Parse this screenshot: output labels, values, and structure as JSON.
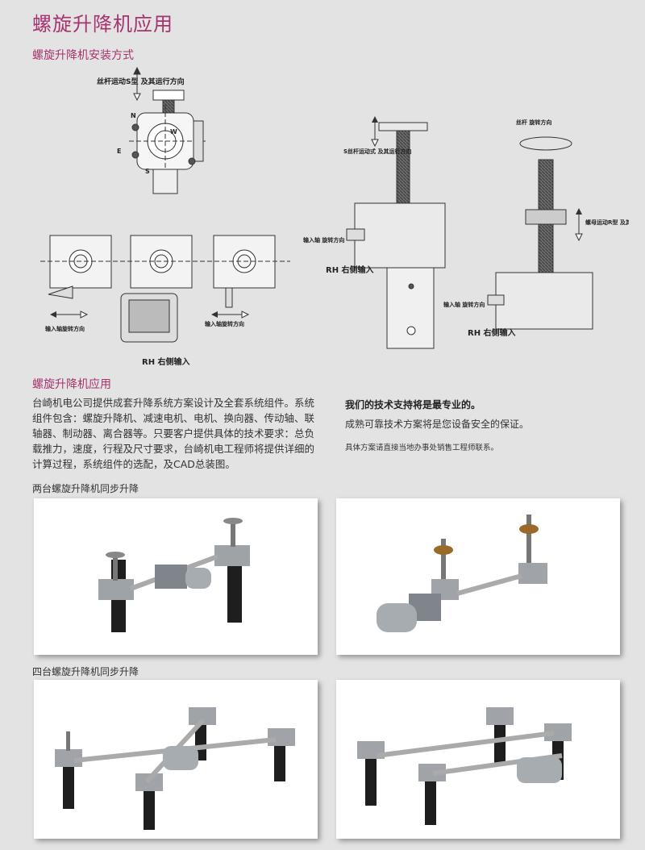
{
  "page_title": "螺旋升降机应用",
  "install_section": {
    "title": "螺旋升降机安装方式",
    "labels": {
      "screw_motion_top": "丝杆运动S型 及其运行方向",
      "screw_motion_s": "S丝杆运动式 及其运行方向",
      "screw_rotation": "丝杆 旋转方向",
      "nut_motion": "螺母运动R型 及其运行方向",
      "input_shaft_dir_1": "输入轴旋转方向",
      "input_shaft_dir_2": "输入轴旋转方向",
      "input_shaft_rot_a": "输入轴 旋转方向",
      "input_shaft_rot_b": "输入轴 旋转方向",
      "rh_right_input_1": "RH  右侧输入",
      "rh_right_input_2": "RH  右侧输入",
      "rh_right_input_3": "RH  右侧输入",
      "letter_n": "N",
      "letter_e": "E",
      "letter_w": "W",
      "letter_s": "S"
    }
  },
  "application_section": {
    "title": "螺旋升降机应用",
    "paragraph": "台崎机电公司提供成套升降系统方案设计及全套系统组件。系统组件包含：螺旋升降机、减速电机、电机、换向器、传动轴、联轴器、制动器、离合器等。只要客户提供具体的技术要求：总负载推力，速度，行程及尺寸要求，台崎机电工程师将提供详细的计算过程，系统组件的选配，及CAD总装图。",
    "support_bold": "我们的技术支持将是最专业的。",
    "support_text": "成熟可靠技术方案将是您设备安全的保证。",
    "contact_note": "具体方案请直接当地办事处销售工程师联系。"
  },
  "captions": {
    "two_units": "两台螺旋升降机同步升降",
    "four_units": "四台螺旋升降机同步升降"
  },
  "colors": {
    "accent": "#a6336f",
    "background": "#e3e3e3"
  }
}
